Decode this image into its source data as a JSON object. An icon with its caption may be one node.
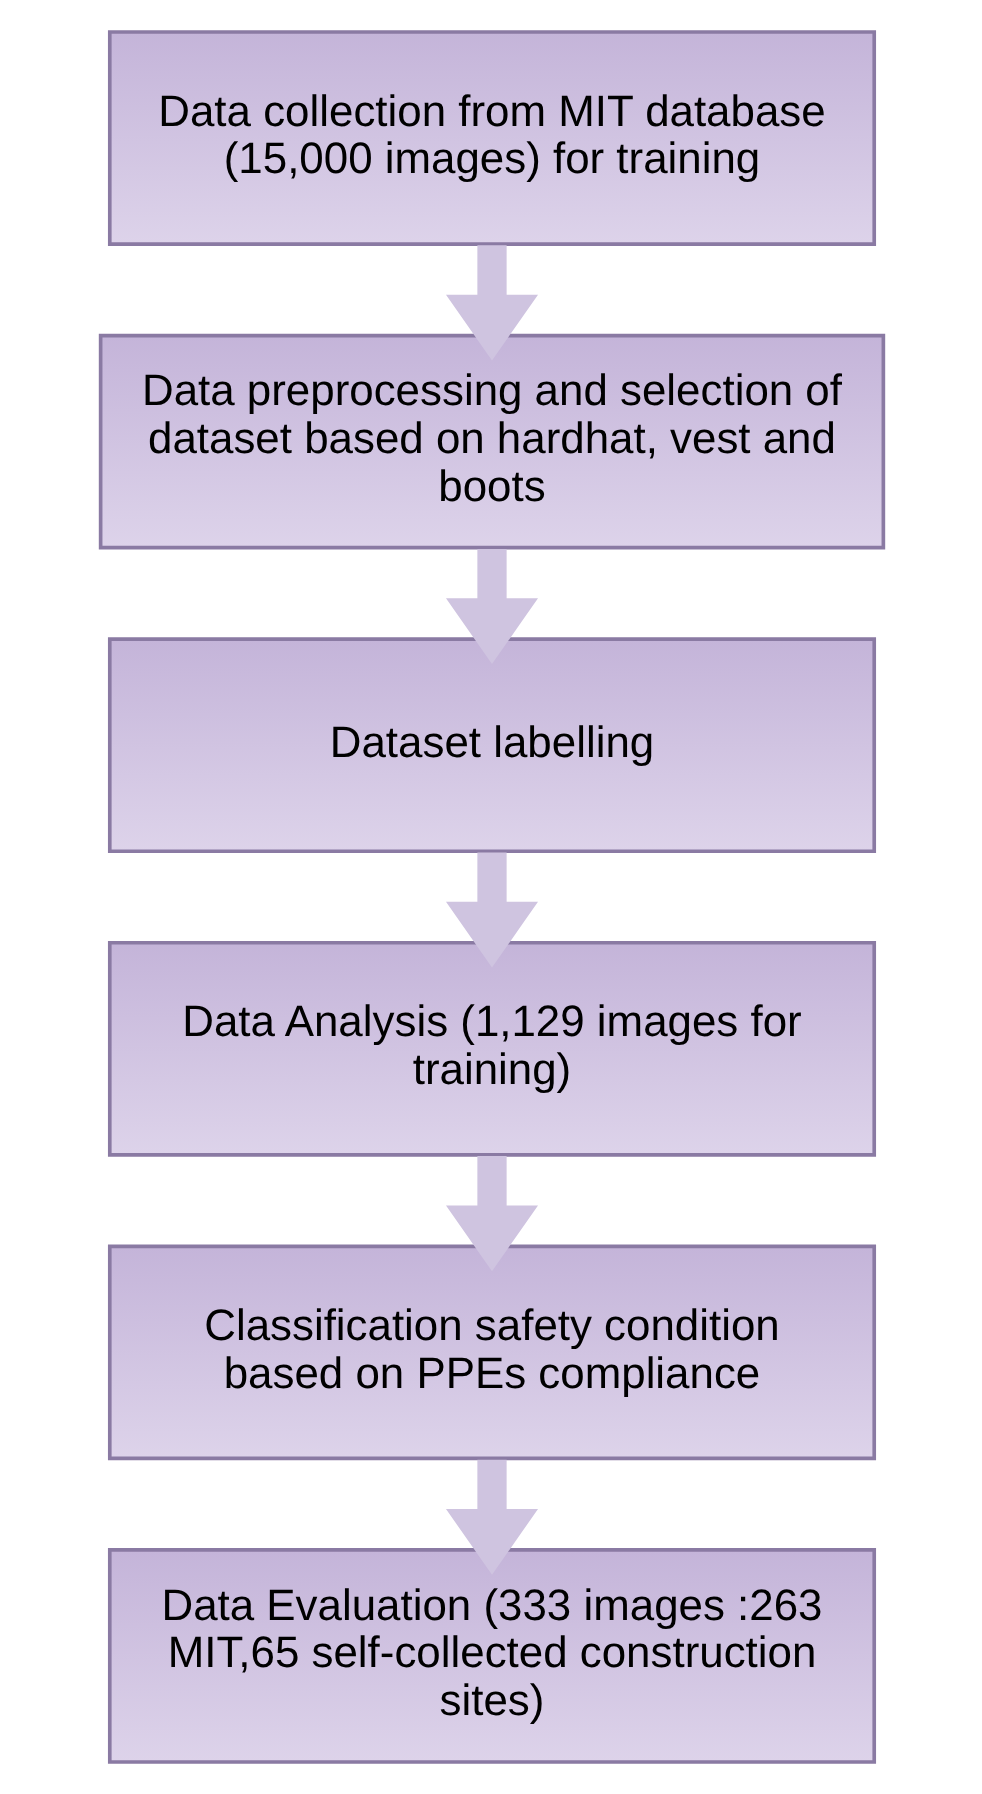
{
  "diagram": {
    "nodes": [
      {
        "text": [
          "Data collection from MIT database (15,000 images) for training"
        ]
      },
      {
        "text": [
          "Data preprocessing and selection of dataset based on hardhat, vest and boots"
        ]
      },
      {
        "text": [
          "Dataset labelling"
        ]
      },
      {
        "text": [
          "Data Analysis (1,129 images for training)"
        ]
      },
      {
        "text": [
          "Classification safety condition based on PPEs compliance"
        ]
      },
      {
        "text": [
          "Data Evaluation (333 images :263 MIT,65 self-collected construction sites)"
        ]
      }
    ],
    "edges": [
      {
        "from": 0,
        "to": 1,
        "arrow": "to"
      },
      {
        "from": 1,
        "to": 2,
        "arrow": "to"
      },
      {
        "from": 2,
        "to": 3,
        "arrow": "to"
      },
      {
        "from": 3,
        "to": 4,
        "arrow": "to"
      },
      {
        "from": 4,
        "to": 5,
        "arrow": "to"
      }
    ]
  }
}
